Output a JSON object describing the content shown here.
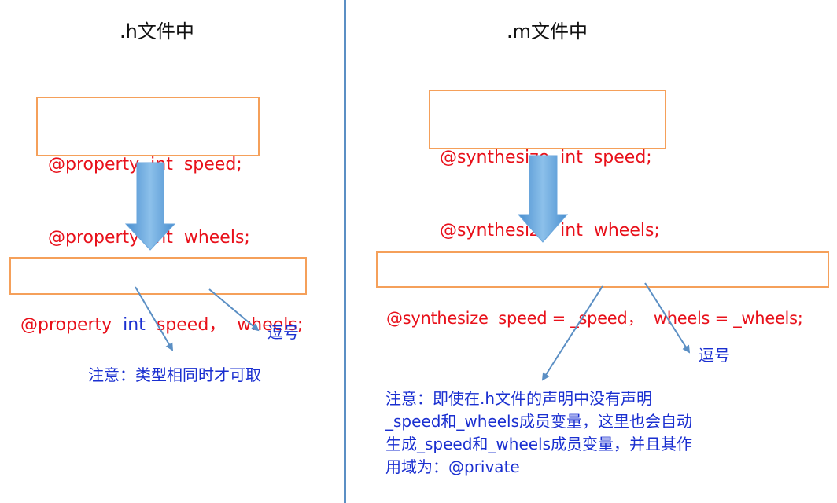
{
  "left_panel": {
    "title": ".h文件中",
    "before_lines": [
      "@property  int  speed;",
      "@property  int  wheels;"
    ],
    "after": {
      "prefix": "@property  ",
      "type_keyword": "int",
      "suffix": "  speed，  wheels;"
    },
    "comma_label": "逗号",
    "note": "注意：类型相同时才可取"
  },
  "right_panel": {
    "title": ".m文件中",
    "before_lines": [
      "@synthesize  int  speed;",
      "@synthesize  int  wheels;"
    ],
    "after_line": "@synthesize  speed = _speed，  wheels = _wheels;",
    "comma_label": "逗号",
    "note_lines": [
      "注意：即使在.h文件的声明中没有声明",
      "_speed和_wheels成员变量，这里也会自动",
      "生成_speed和_wheels成员变量，并且其作",
      "用域为：@private"
    ]
  },
  "colors": {
    "code_text": "#e8101a",
    "box_border": "#f5a05a",
    "note_text": "#1a2fd0",
    "divider": "#5b8fc4",
    "big_arrow": "#6aa6dc",
    "thin_arrow": "#5b8fc4"
  }
}
